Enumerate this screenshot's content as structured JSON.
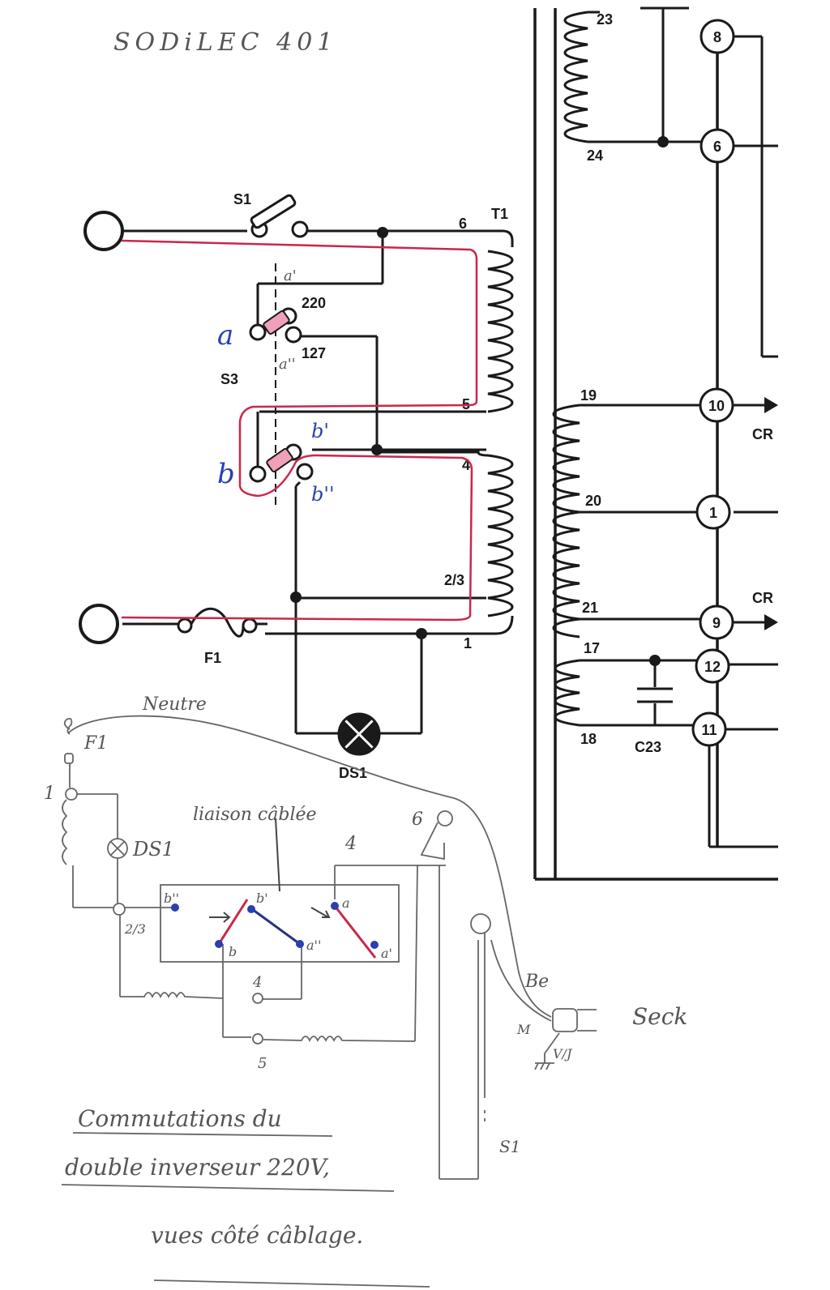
{
  "title": "SODiLEC 401",
  "schematic": {
    "switch_s1": "S1",
    "transformer": "T1",
    "switch_s3": "S3",
    "fuse": "F1",
    "lamp": "DS1",
    "capacitor": "C23",
    "contact_a_prime": "a'",
    "contact_a_dprime": "a''",
    "label_220": "220",
    "label_127": "127",
    "pole_a": "a",
    "pole_b": "b",
    "contact_b_prime": "b'",
    "contact_b_dprime": "b''",
    "primary_pins": {
      "p6": "6",
      "p5": "5",
      "p4": "4",
      "p23": "2/3",
      "p1": "1"
    },
    "secondary_pins": {
      "p23": "23",
      "p24": "24",
      "p19": "19",
      "p20": "20",
      "p21": "21",
      "p17": "17",
      "p18": "18"
    },
    "nodes": {
      "n8": "8",
      "n6": "6",
      "n10": "10",
      "n1": "1",
      "n9": "9",
      "n12": "12",
      "n11": "11"
    },
    "cr_top": "CR",
    "cr_bottom": "CR"
  },
  "sketch": {
    "neutre": "Neutre",
    "f1": "F1",
    "pin1": "1",
    "ds1": "DS1",
    "pin23": "2/3",
    "liaison": "liaison câblée",
    "pin6": "6",
    "pin4_top": "4",
    "b_dprime": "b''",
    "b_prime": "b'",
    "a": "a",
    "b": "b",
    "a_dprime": "a''",
    "a_prime": "a'",
    "pin4_mid": "4",
    "pin5": "5",
    "be": "Be",
    "m": "M",
    "vj": "V/J",
    "seck": "Seck",
    "s1": "S1",
    "note_line1": "Commutations du",
    "note_line2": "double inverseur 220V,",
    "note_line3": "vues côté câblage."
  },
  "colors": {
    "ink": "#1a1a1a",
    "red_path": "#c8284a",
    "switch_pink": "#f0a0b8",
    "blue_note": "#2a3fb0",
    "pencil": "#666666"
  }
}
